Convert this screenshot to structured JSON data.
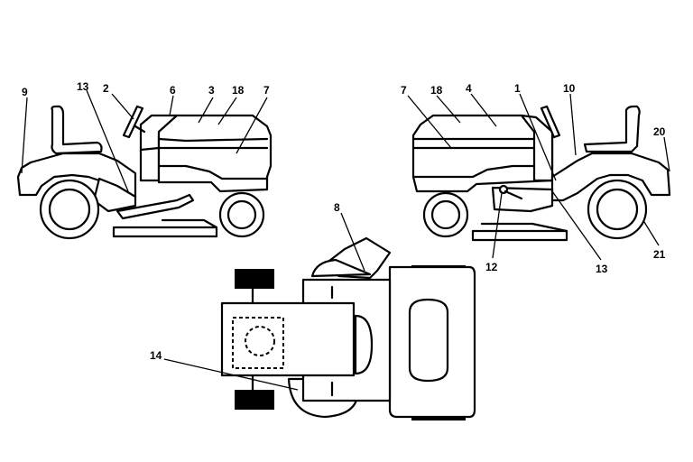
{
  "diagram": {
    "labels": {
      "left_9": "9",
      "left_13": "13",
      "left_2": "2",
      "left_6": "6",
      "left_3": "3",
      "left_18": "18",
      "left_7": "7",
      "right_7": "7",
      "right_18": "18",
      "right_4": "4",
      "right_1": "1",
      "right_10": "10",
      "right_20": "20",
      "right_21": "21",
      "right_13": "13",
      "right_12": "12",
      "top_8": "8",
      "top_14": "14"
    }
  }
}
